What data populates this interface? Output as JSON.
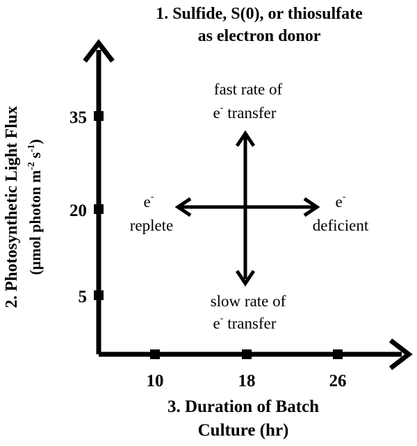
{
  "title": {
    "line1": "1. Sulfide, S(0), or thiosulfate",
    "line2": "as electron donor"
  },
  "y_axis": {
    "label_line1": "2. Photosynthetic Light Flux",
    "label_line2_part1": "(µmol photon m",
    "label_line2_sup1": "-2",
    "label_line2_part2": " s",
    "label_line2_sup2": "-1",
    "label_line2_part3": ")",
    "ticks": [
      "35",
      "20",
      "5"
    ]
  },
  "x_axis": {
    "label_line1": "3. Duration of Batch",
    "label_line2": "Culture (hr)",
    "ticks": [
      "10",
      "18",
      "26"
    ]
  },
  "annotations": {
    "top_line1": "fast rate of",
    "top_line2_e": "e",
    "top_line2_sup": "-",
    "top_line2_rest": " transfer",
    "bottom_line1": "slow rate of",
    "bottom_line2_e": "e",
    "bottom_line2_sup": "-",
    "bottom_line2_rest": " transfer",
    "left_e": "e",
    "left_sup": "-",
    "left_word": "replete",
    "right_e": "e",
    "right_sup": "-",
    "right_word": "deficient"
  },
  "colors": {
    "ink": "#000000",
    "background": "#ffffff"
  }
}
